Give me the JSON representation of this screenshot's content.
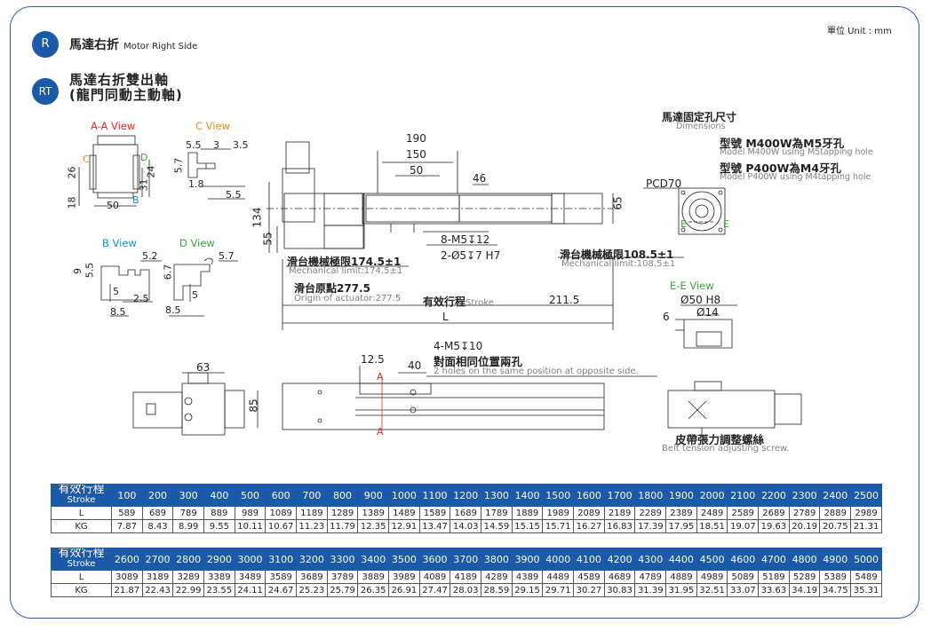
{
  "unit_label": "單位 Unit : mm",
  "header": {
    "badge_r": "R",
    "title_zh": "馬達右折",
    "title_en": "Motor Right Side",
    "badge_rt": "RT",
    "subtitle_line1": "馬達右折雙出軸",
    "subtitle_line2": "(龍門同動主動軸)"
  },
  "views": {
    "aa": "A-A View",
    "c": "C View",
    "b": "B View",
    "d": "D View",
    "ee": "E-E View"
  },
  "aa_dims": {
    "d26": "26",
    "d18": "18",
    "d50": "50",
    "d31": "31",
    "d24": "24",
    "c": "C",
    "b": "B",
    "d": "D"
  },
  "c_dims": {
    "d5_5a": "5.5",
    "d3": "3",
    "d3_5": "3.5",
    "d5_7": "5.7",
    "d1_8": "1.8",
    "d5_5b": "5.5"
  },
  "b_dims": {
    "d5_2": "5.2",
    "d9": "9",
    "d5_5": "5.5",
    "d5": "5",
    "d2_5": "2.5",
    "d8_5": "8.5"
  },
  "d_dims": {
    "d5_7": "5.7",
    "d6_7": "6.7",
    "d5": "5",
    "d8_5": "8.5"
  },
  "side": {
    "d190": "190",
    "d150": "150",
    "d50": "50",
    "d46": "46",
    "d65": "65",
    "d134": "134",
    "d55": "55",
    "tap1": "8-M5",
    "tap1_depth": "12",
    "pin": "2-Ø5",
    "pin_depth": "7 H7",
    "mech_left_zh": "滑台機械極限174.5±1",
    "mech_left_en": "Mechanical limit:174.5±1",
    "origin_zh": "滑台原點277.5",
    "origin_en": "Origin of actuator:277.5",
    "stroke_zh": "有效行程",
    "stroke_en": "Stroke",
    "d211_5": "211.5",
    "L": "L",
    "mech_right_zh": "滑台機械極限108.5±1",
    "mech_right_en": "Mechanical limit:108.5±1"
  },
  "motor_holes": {
    "title_zh": "馬達固定孔尺寸",
    "title_en": "Dimensions",
    "m400w_zh": "型號 M400W為M5牙孔",
    "m400w_en": "Model M400W using M5tapping hole",
    "p400w_zh": "型號 P400W為M4牙孔",
    "p400w_en": "Model P400W using M4tapping hole",
    "pcd": "PCD70",
    "e_left": "E",
    "e_right": "E"
  },
  "ee_dims": {
    "d50h8": "Ø50 H8",
    "d14": "Ø14",
    "d6": "6"
  },
  "top": {
    "d63": "63",
    "d85": "85",
    "d12_5": "12.5",
    "d40": "40",
    "a_top": "A",
    "a_bottom": "A",
    "tap": "4-M5",
    "tap_depth": "10",
    "same_zh": "對面相同位置兩孔",
    "same_en": "2 holes on the same position at opposite side."
  },
  "belt": {
    "zh": "皮帶張力調整螺絲",
    "en": "Belt tension adjusting screw."
  },
  "tables": [
    {
      "header_zh": "有效行程",
      "header_en": "Stroke",
      "strokes": [
        "100",
        "200",
        "300",
        "400",
        "500",
        "600",
        "700",
        "800",
        "900",
        "1000",
        "1100",
        "1200",
        "1300",
        "1400",
        "1500",
        "1600",
        "1700",
        "1800",
        "1900",
        "2000",
        "2100",
        "2200",
        "2300",
        "2400",
        "2500"
      ],
      "rows": [
        {
          "label": "L",
          "values": [
            "589",
            "689",
            "789",
            "889",
            "989",
            "1089",
            "1189",
            "1289",
            "1389",
            "1489",
            "1589",
            "1689",
            "1789",
            "1889",
            "1989",
            "2089",
            "2189",
            "2289",
            "2389",
            "2489",
            "2589",
            "2689",
            "2789",
            "2889",
            "2989"
          ]
        },
        {
          "label": "KG",
          "values": [
            "7.87",
            "8.43",
            "8.99",
            "9.55",
            "10.11",
            "10.67",
            "11.23",
            "11.79",
            "12.35",
            "12.91",
            "13.47",
            "14.03",
            "14.59",
            "15.15",
            "15.71",
            "16.27",
            "16.83",
            "17.39",
            "17.95",
            "18.51",
            "19.07",
            "19.63",
            "20.19",
            "20.75",
            "21.31"
          ]
        }
      ]
    },
    {
      "header_zh": "有效行程",
      "header_en": "Stroke",
      "strokes": [
        "2600",
        "2700",
        "2800",
        "2900",
        "3000",
        "3100",
        "3200",
        "3300",
        "3400",
        "3500",
        "3600",
        "3700",
        "3800",
        "3900",
        "4000",
        "4100",
        "4200",
        "4300",
        "4400",
        "4500",
        "4600",
        "4700",
        "4800",
        "4900",
        "5000"
      ],
      "rows": [
        {
          "label": "L",
          "values": [
            "3089",
            "3189",
            "3289",
            "3389",
            "3489",
            "3589",
            "3689",
            "3789",
            "3889",
            "3989",
            "4089",
            "4189",
            "4289",
            "4389",
            "4489",
            "4589",
            "4689",
            "4789",
            "4889",
            "4989",
            "5089",
            "5189",
            "5289",
            "5389",
            "5489"
          ]
        },
        {
          "label": "KG",
          "values": [
            "21.87",
            "22.43",
            "22.99",
            "23.55",
            "24.11",
            "24.67",
            "25.23",
            "25.79",
            "26.35",
            "26.91",
            "27.47",
            "28.03",
            "28.59",
            "29.15",
            "29.71",
            "30.27",
            "30.83",
            "31.39",
            "31.95",
            "32.51",
            "33.07",
            "33.63",
            "34.19",
            "34.75",
            "35.31"
          ]
        }
      ]
    }
  ],
  "colors": {
    "accent": "#1a5aa8",
    "frame": "#2a5da8",
    "red": "#e3272d",
    "orange": "#ee8a1e",
    "blue": "#1a8fd0",
    "green": "#3aa636"
  }
}
